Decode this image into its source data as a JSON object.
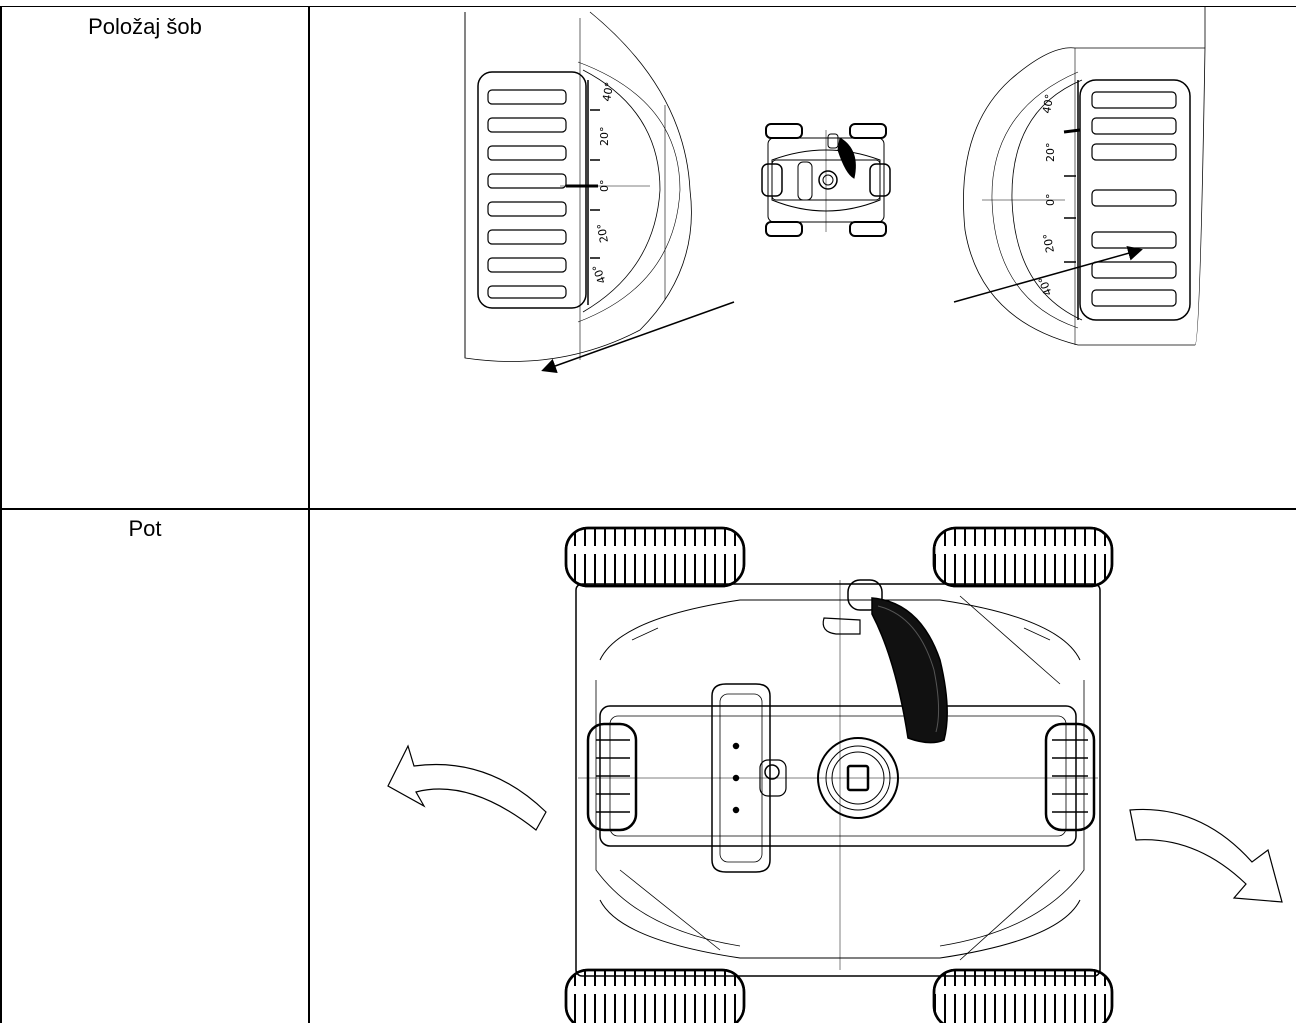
{
  "table": {
    "rows": [
      {
        "label": "Položaj šob"
      },
      {
        "label": "Pot"
      }
    ]
  },
  "figure_top": {
    "left_dial_ticks": [
      "40°",
      "20°",
      "0°",
      "20°",
      "40°"
    ],
    "right_dial_ticks": [
      "40°",
      "20°",
      "0°",
      "20°",
      "40°"
    ]
  }
}
